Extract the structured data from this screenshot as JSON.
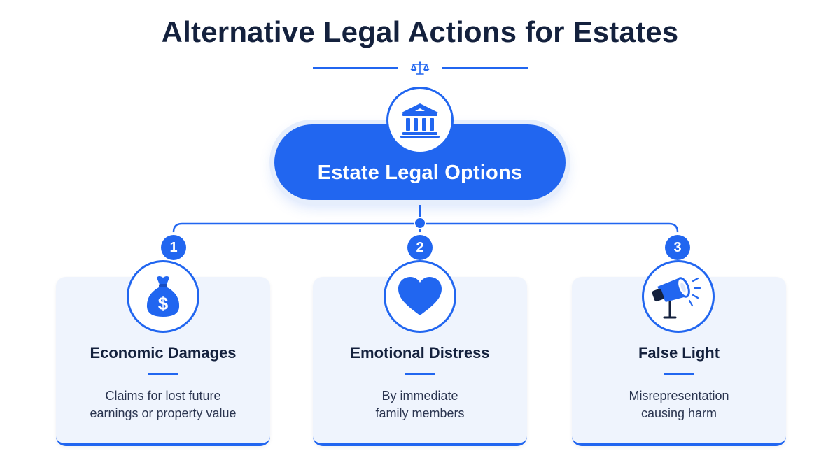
{
  "title": "Alternative Legal Actions for Estates",
  "root": {
    "label": "Estate Legal Options",
    "icon": "courthouse-icon"
  },
  "divider_icon": "scale-of-justice-icon",
  "branches": [
    {
      "number": "1",
      "icon": "money-bag-icon",
      "title": "Economic Damages",
      "description": "Claims for lost future\nearnings or property value"
    },
    {
      "number": "2",
      "icon": "heart-icon",
      "title": "Emotional Distress",
      "description": "By immediate\nfamily members"
    },
    {
      "number": "3",
      "icon": "spotlight-icon",
      "title": "False Light",
      "description": "Misrepresentation\ncausing harm"
    }
  ],
  "colors": {
    "accent": "#2166f0",
    "title_text": "#14213d",
    "card_background": "#eff4fd"
  }
}
